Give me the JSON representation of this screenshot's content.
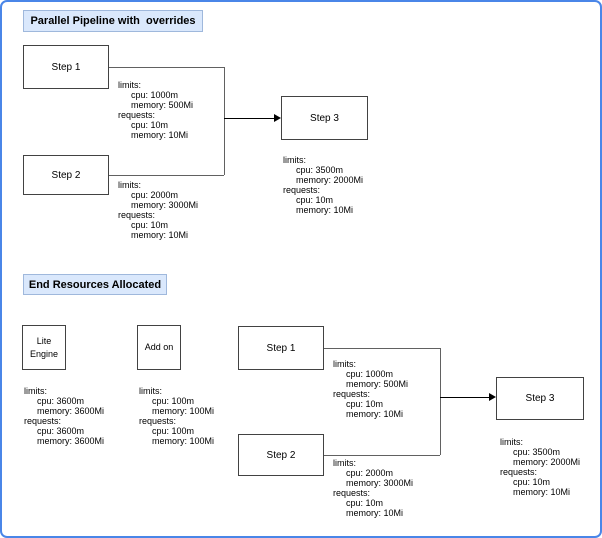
{
  "colors": {
    "frame_border": "#4a86e8",
    "title_fill": "#dae8fc",
    "title_border": "#9fb8dc",
    "node_border": "#424242",
    "connector": "#616161",
    "arrow": "#000000"
  },
  "top_section": {
    "title": "Parallel Pipeline with  overrides",
    "step1": {
      "label": "Step 1",
      "resources": [
        "limits:",
        "cpu: 1000m",
        "memory: 500Mi",
        "requests:",
        "cpu: 10m",
        "memory: 10Mi"
      ]
    },
    "step2": {
      "label": "Step 2",
      "resources": [
        "limits:",
        "cpu: 2000m",
        "memory: 3000Mi",
        "requests:",
        "cpu: 10m",
        "memory: 10Mi"
      ]
    },
    "step3": {
      "label": "Step 3",
      "resources": [
        "limits:",
        "cpu: 3500m",
        "memory: 2000Mi",
        "requests:",
        "cpu: 10m",
        "memory: 10Mi"
      ]
    }
  },
  "bottom_section": {
    "title": "End Resources Allocated",
    "lite_engine": {
      "label_line1": "Lite",
      "label_line2": "Engine",
      "resources": [
        "limits:",
        "cpu: 3600m",
        "memory: 3600Mi",
        "requests:",
        "cpu: 3600m",
        "memory: 3600Mi"
      ]
    },
    "addon": {
      "label": "Add on",
      "resources": [
        "limits:",
        "cpu: 100m",
        "memory: 100Mi",
        "requests:",
        "cpu: 100m",
        "memory: 100Mi"
      ]
    },
    "step1": {
      "label": "Step 1",
      "resources": [
        "limits:",
        "cpu: 1000m",
        "memory: 500Mi",
        "requests:",
        "cpu: 10m",
        "memory: 10Mi"
      ]
    },
    "step2": {
      "label": "Step 2",
      "resources": [
        "limits:",
        "cpu: 2000m",
        "memory: 3000Mi",
        "requests:",
        "cpu: 10m",
        "memory: 10Mi"
      ]
    },
    "step3": {
      "label": "Step 3",
      "resources": [
        "limits:",
        "cpu: 3500m",
        "memory: 2000Mi",
        "requests:",
        "cpu: 10m",
        "memory: 10Mi"
      ]
    }
  }
}
